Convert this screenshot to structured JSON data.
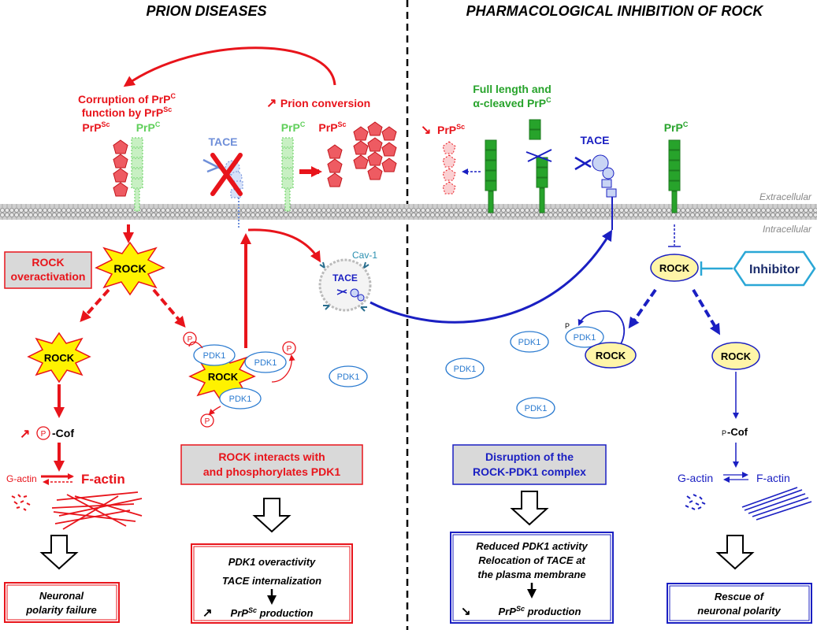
{
  "left": {
    "title": "PRION DISEASES",
    "corruption_l1": "Corruption of PrP",
    "corruption_l1_sup": "C",
    "corruption_l2a": "function by PrP",
    "corruption_l2_sup": "Sc",
    "prpsc": "PrP",
    "prpsc_sup": "Sc",
    "prpc": "PrP",
    "prpc_sup": "C",
    "tace": "TACE",
    "conv_arrow": "↗",
    "conversion": "Prion conversion",
    "rock_overact_l1": "ROCK",
    "rock_overact_l2": "overactivation",
    "rock": "ROCK",
    "pdk1": "PDK1",
    "p": "P",
    "cav1": "Cav-1",
    "pcof": "Cof",
    "g_actin": "G-actin",
    "f_actin": "F-actin",
    "interacts_l1": "ROCK interacts with",
    "interacts_l2": "and phosphorylates PDK1",
    "box_polarity_l1": "Neuronal",
    "box_polarity_l2": "polarity failure",
    "box_pdk_l1": "PDK1 overactivity",
    "box_pdk_l2": "TACE internalization",
    "box_pdk_l3": "PrP",
    "box_pdk_l3_sup": "Sc",
    "box_pdk_l3_end": " production",
    "up_arrow": "↗"
  },
  "right": {
    "title": "PHARMACOLOGICAL INHIBITION OF ROCK",
    "down_arrow": "↘",
    "prpsc": "PrP",
    "prpsc_sup": "Sc",
    "full_l1": "Full length and",
    "full_l2": "α-cleaved PrP",
    "full_sup": "C",
    "tace": "TACE",
    "prpc": "PrP",
    "prpc_sup": "C",
    "rock": "ROCK",
    "inhibitor": "Inhibitor",
    "pdk1": "PDK1",
    "p_small": "P",
    "pcof": "Cof",
    "g_actin": "G-actin",
    "f_actin": "F-actin",
    "disruption_l1": "Disruption of the",
    "disruption_l2": "ROCK-PDK1 complex",
    "box_reduced_l1": "Reduced PDK1 activity",
    "box_reduced_l2": "Relocation of TACE at",
    "box_reduced_l3": "the plasma membrane",
    "box_reduced_l4": "PrP",
    "box_reduced_l4_sup": "Sc",
    "box_reduced_l4_end": " production",
    "box_rescue_l1": "Rescue of",
    "box_rescue_l2": "neuronal polarity"
  },
  "membrane": {
    "extracellular": "Extracellular",
    "intracellular": "Intracellular"
  },
  "colors": {
    "red": "#e8141b",
    "pink_fill": "#ee5b62",
    "green": "#27a32b",
    "light_green": "#8fd88a",
    "blue": "#1a1fc2",
    "light_blue": "#6f8fd9",
    "cyan": "#2aa7d6",
    "yellow": "#fff200",
    "rock_fill": "#fff5a8",
    "box_gray": "#d9d9d9"
  }
}
